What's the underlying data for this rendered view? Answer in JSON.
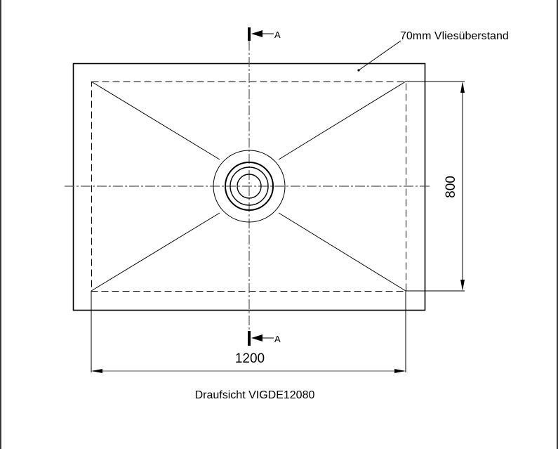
{
  "drawing": {
    "title": "Draufsicht VIGDE12080",
    "annotation": "70mm Vliesüberstand",
    "dimensions": {
      "width_label": "1200",
      "height_label": "800"
    },
    "section_markers": {
      "top_label": "A",
      "bottom_label": "A"
    }
  },
  "colors": {
    "line": "#000000",
    "center_line": "#555555",
    "border": "#3a3a3a"
  }
}
